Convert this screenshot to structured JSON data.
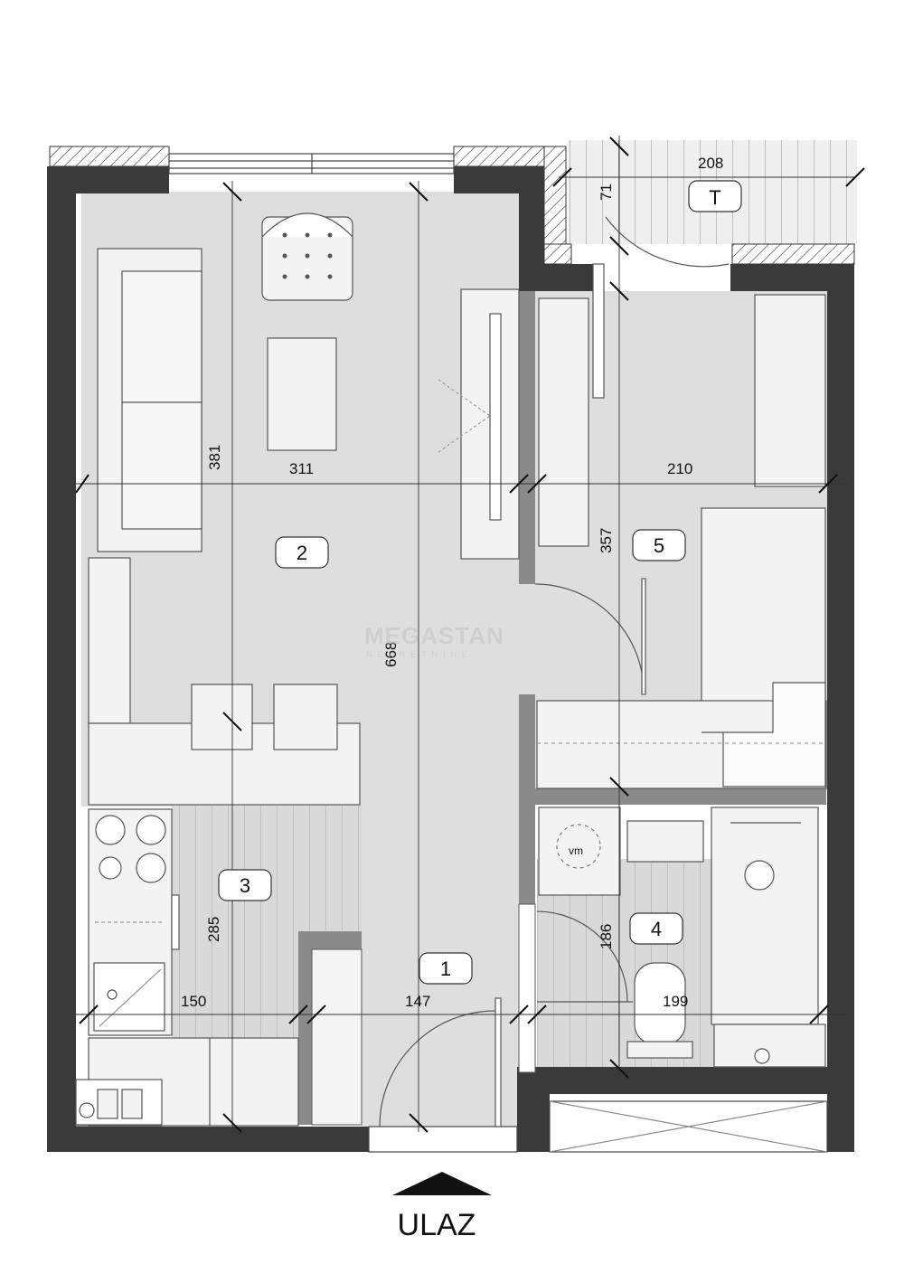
{
  "dimensions": {
    "d381": "381",
    "d311": "311",
    "d210": "210",
    "d357": "357",
    "d668": "668",
    "d285": "285",
    "d150": "150",
    "d147": "147",
    "d186": "186",
    "d199": "199",
    "d208": "208",
    "d71": "71"
  },
  "rooms": {
    "r1": "1",
    "r2": "2",
    "r3": "3",
    "r4": "4",
    "r5": "5",
    "terrace": "T"
  },
  "washing_machine_label": "vm",
  "watermark": {
    "brand": "MEGASTAN",
    "tagline": "NEKRETNINE"
  },
  "entrance": {
    "label": "ULAZ"
  },
  "colors": {
    "wall": "#3a3a3a",
    "floor": "#dedede",
    "furniture": "#f3f3f3",
    "wood": "#d6d6d6"
  }
}
